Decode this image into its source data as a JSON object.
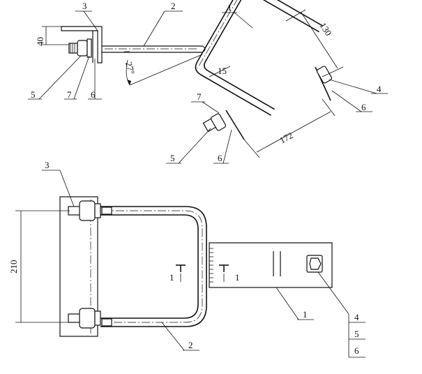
{
  "top_view": {
    "dimensions": {
      "height": "40",
      "angle": "27°",
      "offset": "15",
      "width": "130",
      "length": "172"
    },
    "labels": {
      "l1": "1",
      "l2": "2",
      "l3": "3",
      "l4": "4",
      "l5a": "5",
      "l5b": "5",
      "l6a": "6",
      "l6b": "6",
      "l6c": "6",
      "l7a": "7",
      "l7b": "7"
    }
  },
  "bottom_view": {
    "dimensions": {
      "height": "210"
    },
    "labels": {
      "l1": "1",
      "l2": "2",
      "l3": "3",
      "l4": "4",
      "l5": "5",
      "l6": "6",
      "section_left": "1",
      "section_right": "1"
    }
  }
}
